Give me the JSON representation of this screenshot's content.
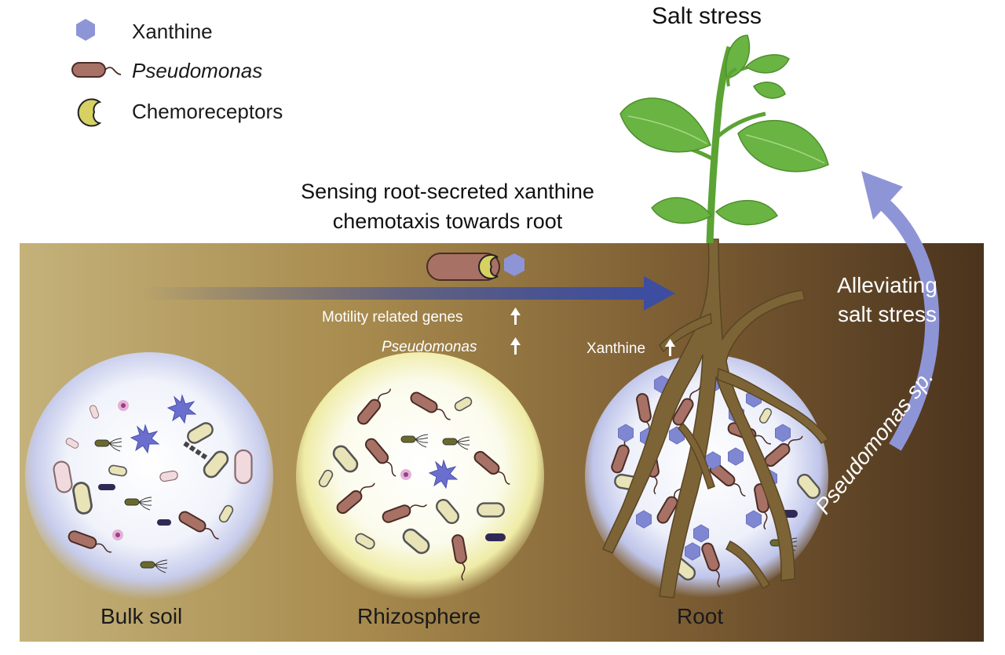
{
  "legend": {
    "items": [
      {
        "label": "Xanthine",
        "icon": "hexagon-icon",
        "color": "#8e95d6"
      },
      {
        "label": "Pseudomonas",
        "icon": "bacterium-icon",
        "color": "#a87166"
      },
      {
        "label": "Chemoreceptors",
        "icon": "crescent-icon",
        "color": "#d7d164"
      }
    ]
  },
  "top": {
    "salt_stress": "Salt stress",
    "sensing_line1": "Sensing root-secreted xanthine",
    "sensing_line2": "chemotaxis towards root"
  },
  "soil": {
    "motility": "Motility related genes",
    "pseudomonas": "Pseudomonas",
    "xanthine": "Xanthine",
    "alleviating_line1": "Alleviating",
    "alleviating_line2": "salt stress",
    "pseudomonas_sp": "Pseudomonas sp."
  },
  "zones": {
    "bulk": "Bulk soil",
    "rhizosphere": "Rhizosphere",
    "root": "Root"
  },
  "colors": {
    "soil_light": "#b9a56a",
    "soil_dark": "#4f3720",
    "leaf": "#69b443",
    "arrow_blue": "#3d4ea0",
    "curved_arrow": "#8e95d6",
    "root_brown": "#7d6437"
  }
}
